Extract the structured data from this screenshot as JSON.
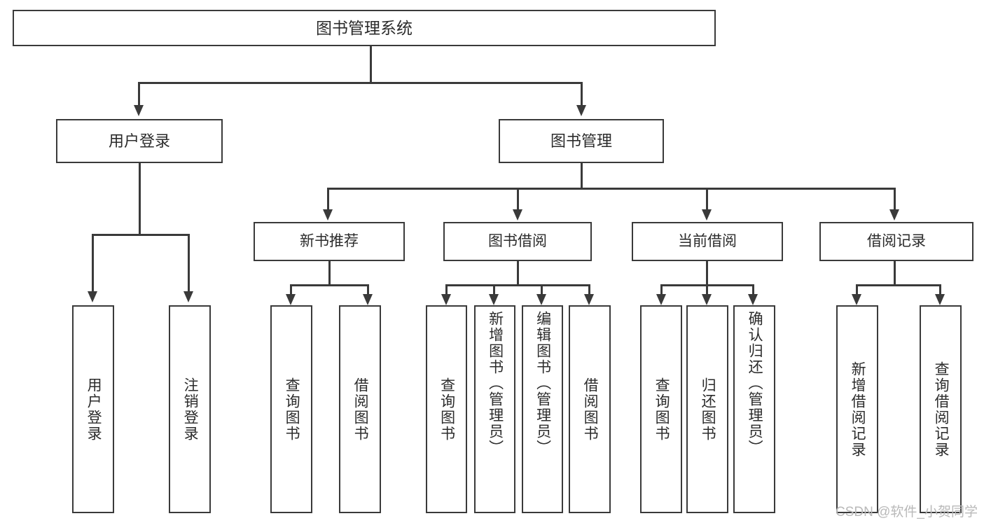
{
  "diagram": {
    "type": "tree",
    "title": "图书管理系统",
    "watermark": "CSDN @软件_小贺同学",
    "colors": {
      "stroke": "#3a3a3a",
      "text": "#2b2b2b",
      "background": "#ffffff",
      "watermark": "#b9b9b9"
    },
    "root": {
      "label": "图书管理系统"
    },
    "level2": [
      {
        "label": "用户登录"
      },
      {
        "label": "图书管理"
      }
    ],
    "level3": [
      {
        "label": "新书推荐"
      },
      {
        "label": "图书借阅"
      },
      {
        "label": "当前借阅"
      },
      {
        "label": "借阅记录"
      }
    ],
    "leaves": {
      "user_login": [
        {
          "label": "用户登录"
        },
        {
          "label": "注销登录"
        }
      ],
      "new_book": [
        {
          "label": "查询图书"
        },
        {
          "label": "借阅图书"
        }
      ],
      "book_borrow": [
        {
          "label": "查询图书"
        },
        {
          "label": "新增图书（管理员）"
        },
        {
          "label": "编辑图书（管理员）"
        },
        {
          "label": "借阅图书"
        }
      ],
      "current_borrow": [
        {
          "label": "查询图书"
        },
        {
          "label": "归还图书"
        },
        {
          "label": "确认归还（管理员）"
        }
      ],
      "borrow_record": [
        {
          "label": "新增借阅记录"
        },
        {
          "label": "查询借阅记录"
        }
      ]
    }
  }
}
